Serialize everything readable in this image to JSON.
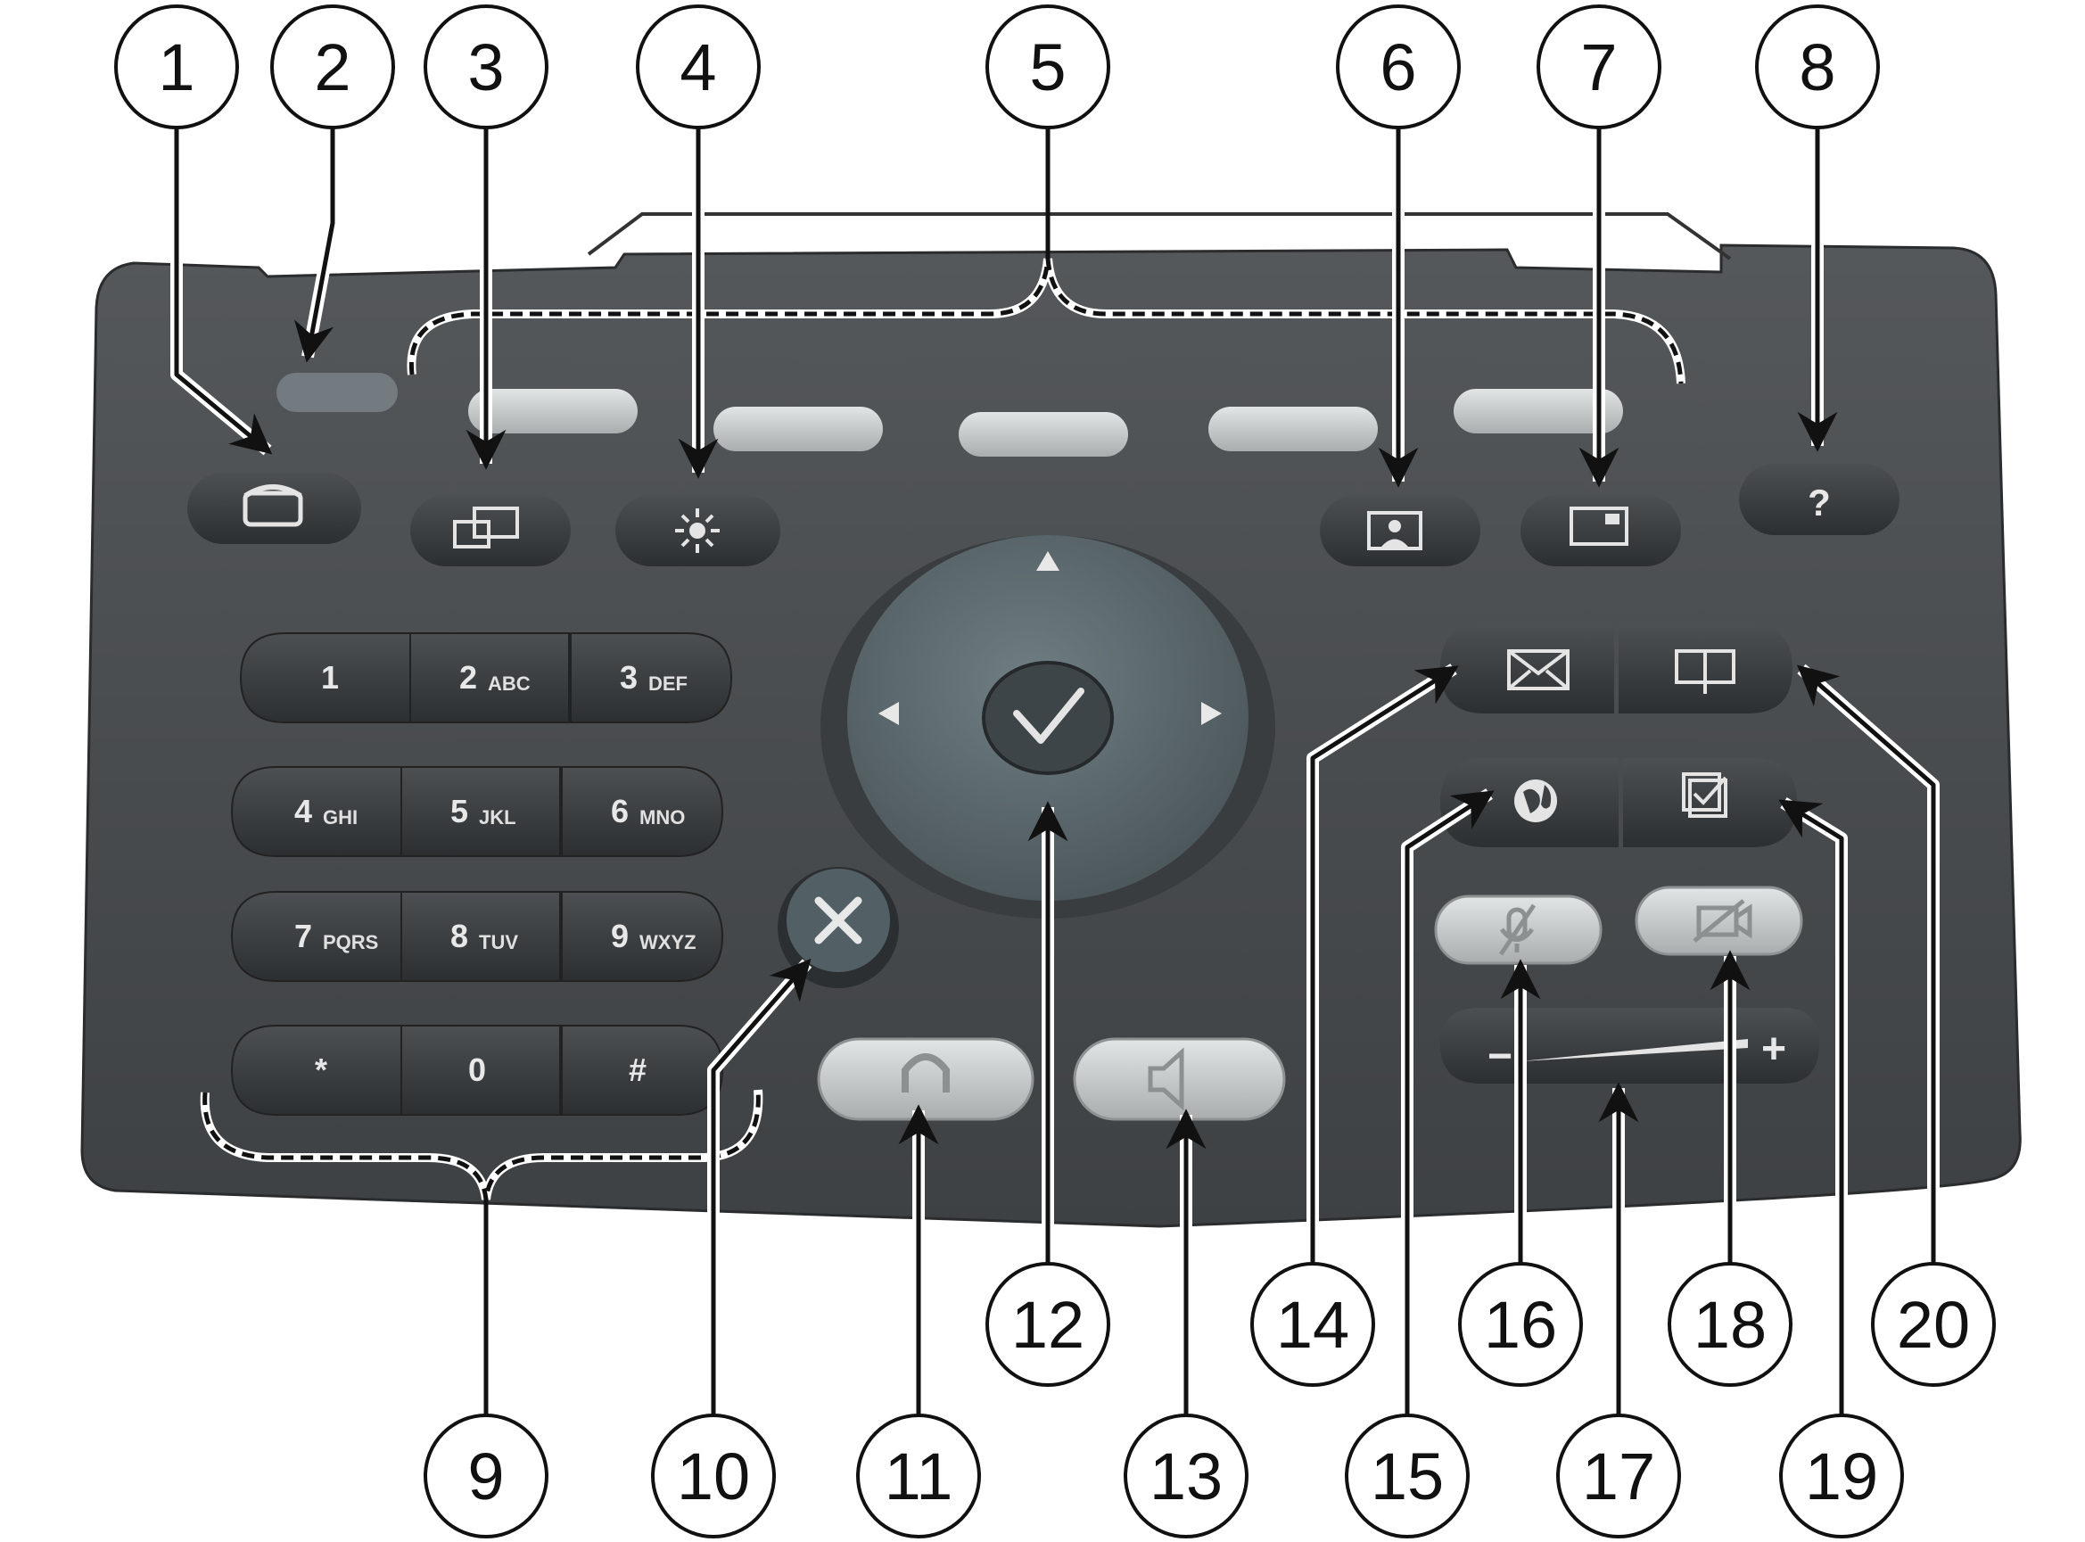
{
  "callouts": [
    "1",
    "2",
    "3",
    "4",
    "5",
    "6",
    "7",
    "8",
    "9",
    "10",
    "11",
    "12",
    "13",
    "14",
    "15",
    "16",
    "17",
    "18",
    "19",
    "20"
  ],
  "keypad": [
    {
      "digit": "1",
      "letters": ""
    },
    {
      "digit": "2",
      "letters": "ABC"
    },
    {
      "digit": "3",
      "letters": "DEF"
    },
    {
      "digit": "4",
      "letters": "GHI"
    },
    {
      "digit": "5",
      "letters": "JKL"
    },
    {
      "digit": "6",
      "letters": "MNO"
    },
    {
      "digit": "7",
      "letters": "PQRS"
    },
    {
      "digit": "8",
      "letters": "TUV"
    },
    {
      "digit": "9",
      "letters": "WXYZ"
    },
    {
      "digit": "*",
      "letters": ""
    },
    {
      "digit": "0",
      "letters": ""
    },
    {
      "digit": "#",
      "letters": ""
    }
  ],
  "help_label": "?",
  "volume": {
    "minus": "−",
    "plus": "+"
  },
  "colors": {
    "panel": "#4a4d50",
    "panel_edge": "#2f3234",
    "key": "#3e4144",
    "nav_pad": "#5e6b70",
    "light_key": "#c9cccc",
    "callout_line": "#111111"
  },
  "icons": {
    "btn_1": "phone-icon",
    "btn_3": "windows-icon",
    "btn_4": "brightness-icon",
    "btn_6": "selfview-icon",
    "btn_7": "layout-icon",
    "btn_8": "help-icon",
    "btn_10": "close-icon",
    "btn_11": "headset-icon",
    "btn_12": "check-icon",
    "btn_13": "speaker-icon",
    "btn_14": "mail-icon",
    "btn_15": "globe-icon",
    "btn_16": "mute-icon",
    "btn_18": "camera-off-icon",
    "btn_19": "checklist-icon",
    "btn_20": "directory-icon"
  }
}
